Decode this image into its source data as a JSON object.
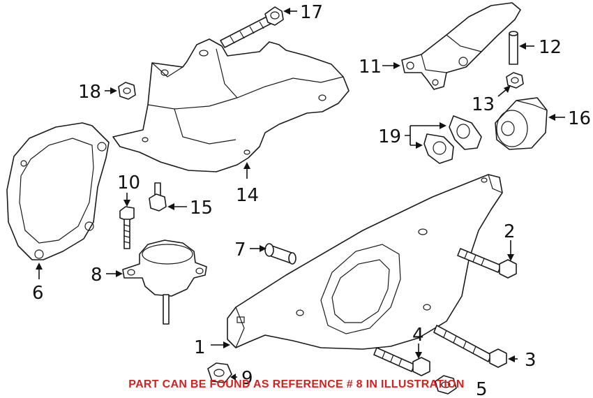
{
  "callouts": {
    "c1": "1",
    "c2": "2",
    "c3": "3",
    "c4": "4",
    "c5": "5",
    "c6": "6",
    "c7": "7",
    "c8": "8",
    "c9": "9",
    "c10": "10",
    "c11": "11",
    "c12": "12",
    "c13": "13",
    "c14": "14",
    "c15": "15",
    "c16": "16",
    "c17": "17",
    "c18": "18",
    "c19": "19"
  },
  "caption": "PART CAN BE FOUND AS REFERENCE # 8 IN ILLUSTRATION",
  "colors": {
    "caption": "#d62020",
    "line": "#1a1a1a",
    "background": "#ffffff"
  }
}
